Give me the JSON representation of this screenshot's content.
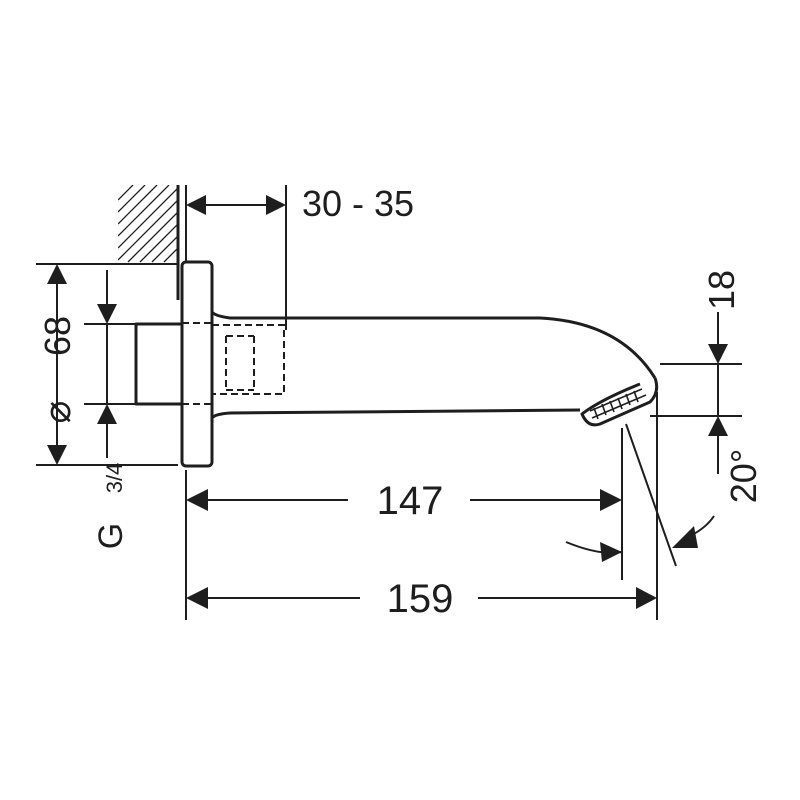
{
  "dimensions": {
    "wall_projection": "30 - 35",
    "outlet_height": "18",
    "flange_diameter_symbol": "⌀",
    "flange_diameter_value": "68",
    "thread_prefix": "G",
    "thread_size": "3/4",
    "spout_length": "147",
    "overall_length": "159",
    "outlet_angle": "20°"
  },
  "colors": {
    "line": "#1e1e1e",
    "background": "#ffffff"
  }
}
